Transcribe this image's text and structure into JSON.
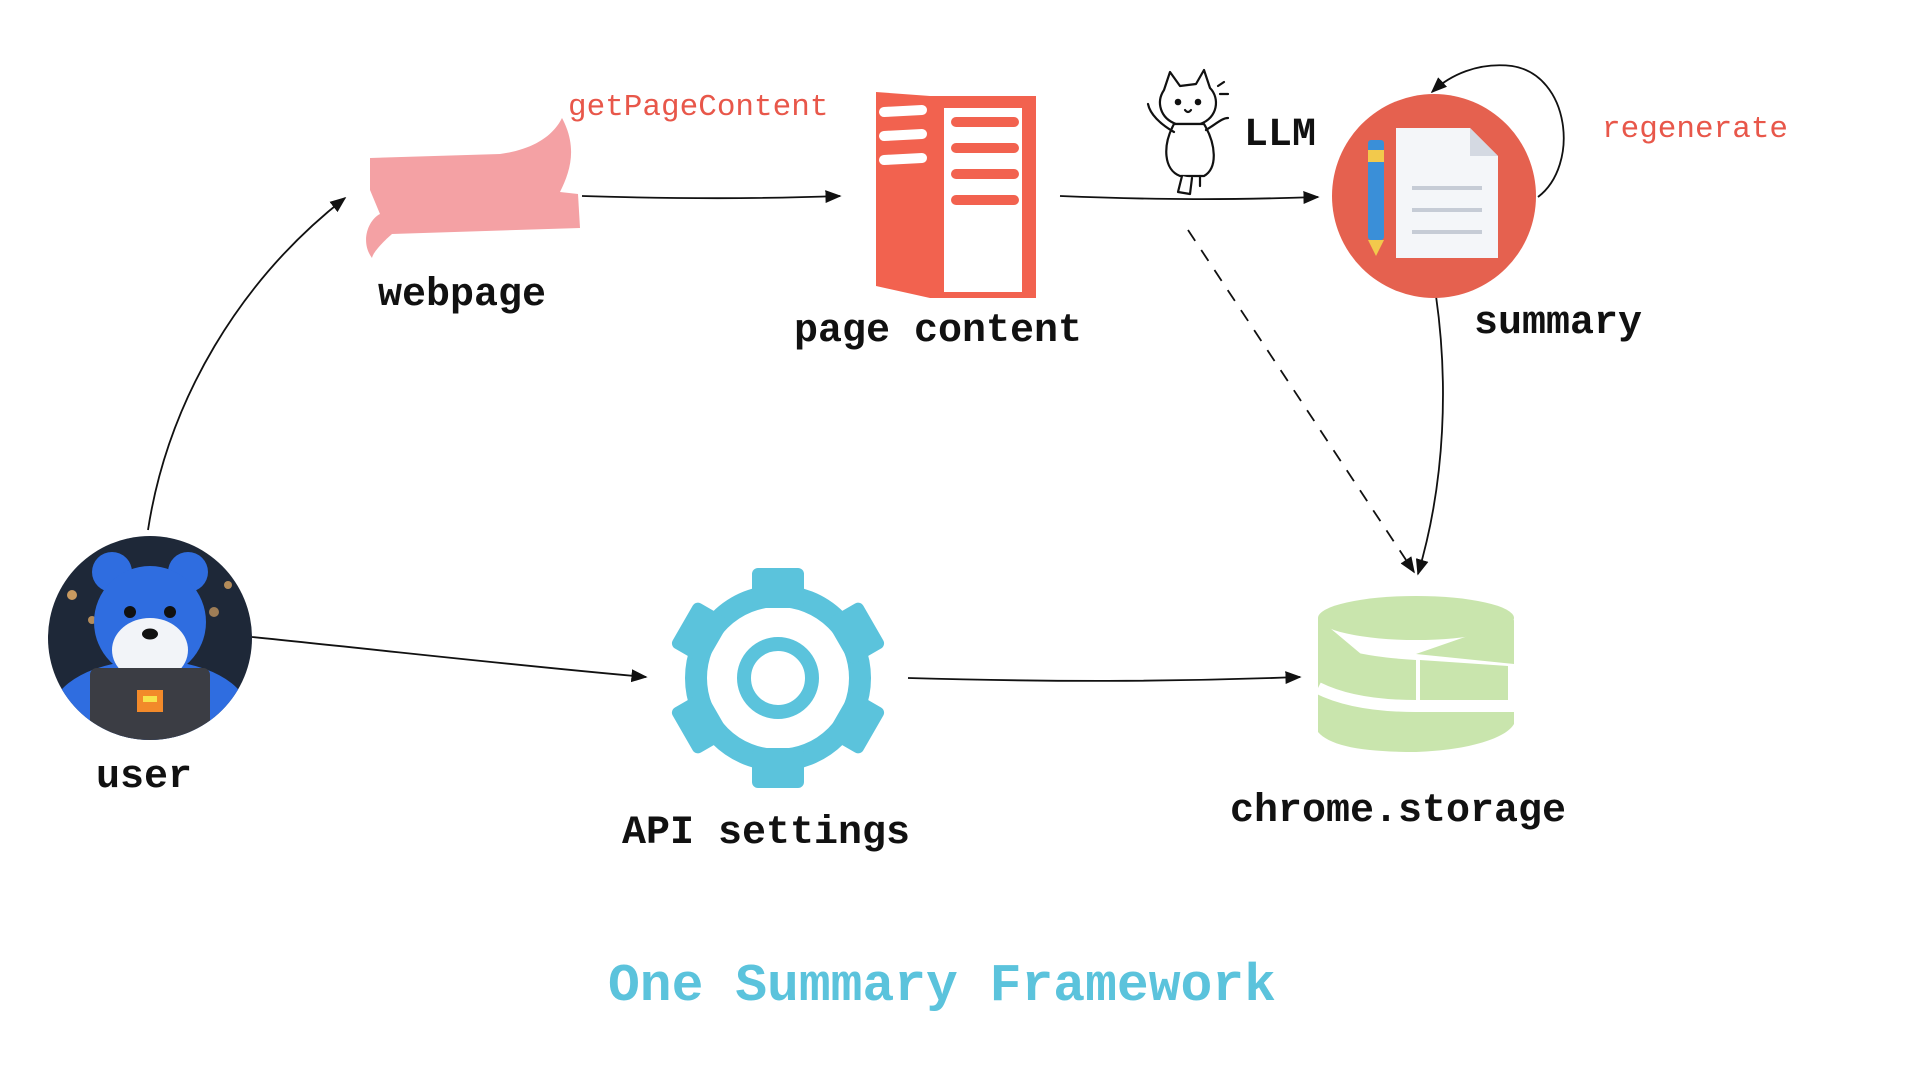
{
  "diagram": {
    "title": "One Summary Framework",
    "nodes": {
      "user": {
        "label": "user",
        "icon": "user-avatar-bear-laptop-icon"
      },
      "webpage": {
        "label": "webpage",
        "icon": "webpage-flag-icon"
      },
      "page_content": {
        "label": "page content",
        "icon": "open-book-icon"
      },
      "summary": {
        "label": "summary",
        "icon": "document-pen-icon"
      },
      "api_settings": {
        "label": "API settings",
        "icon": "gear-icon"
      },
      "chrome_storage": {
        "label": "chrome.storage",
        "icon": "storage-cake-icon"
      }
    },
    "edge_labels": {
      "get_page_content": "getPageContent",
      "llm": "LLM",
      "regenerate": "regenerate"
    },
    "edges": [
      {
        "from": "user",
        "to": "webpage",
        "style": "solid"
      },
      {
        "from": "webpage",
        "to": "page_content",
        "style": "solid"
      },
      {
        "from": "page_content",
        "to": "summary",
        "style": "solid"
      },
      {
        "from": "summary",
        "to": "summary",
        "style": "solid"
      },
      {
        "from": "summary",
        "to": "chrome_storage",
        "style": "solid"
      },
      {
        "from": "page_content",
        "to": "chrome_storage",
        "style": "dashed"
      },
      {
        "from": "user",
        "to": "api_settings",
        "style": "solid"
      },
      {
        "from": "api_settings",
        "to": "chrome_storage",
        "style": "solid"
      }
    ]
  },
  "colors": {
    "accent_red": "#f2624f",
    "webpage_pink": "#f4a1a4",
    "gear_blue": "#5bc3dc",
    "storage_green": "#c9e5ad",
    "title_blue": "#5bc3dc",
    "label_dark": "#111111",
    "edge_label_red": "#e8574a",
    "avatar_bg": "#1e2838",
    "bear_blue": "#2f6de0"
  }
}
